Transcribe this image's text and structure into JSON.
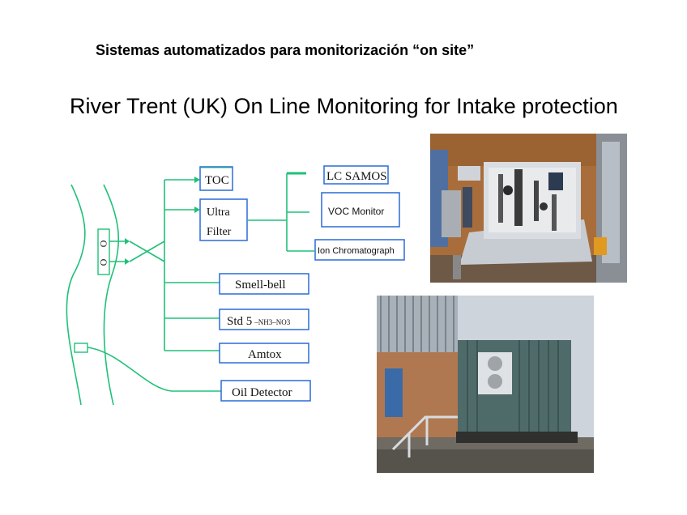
{
  "header": {
    "subtitle": "Sistemas automatizados  para monitorización “on site”",
    "title": "River Trent (UK) On Line Monitoring for Intake protection"
  },
  "diagram": {
    "river_markers": [
      "O",
      "O"
    ],
    "boxes": {
      "toc": "TOC",
      "ultra_filter_line1": "Ultra",
      "ultra_filter_line2": "Filter",
      "lc_samos": "LC SAMOS",
      "voc_monitor": "VOC Monitor",
      "ion_chromatograph": "Ion Chromatograph",
      "smell_bell": "Smell-bell",
      "std5": "Std 5",
      "std5_suffix": "–NH3–NO3",
      "amtox": "Amtox",
      "oil_detector": "Oil Detector"
    }
  },
  "colors": {
    "line": "#2ec27e",
    "box_border": "#2a6cd8",
    "diagram_line": "#20c078"
  }
}
